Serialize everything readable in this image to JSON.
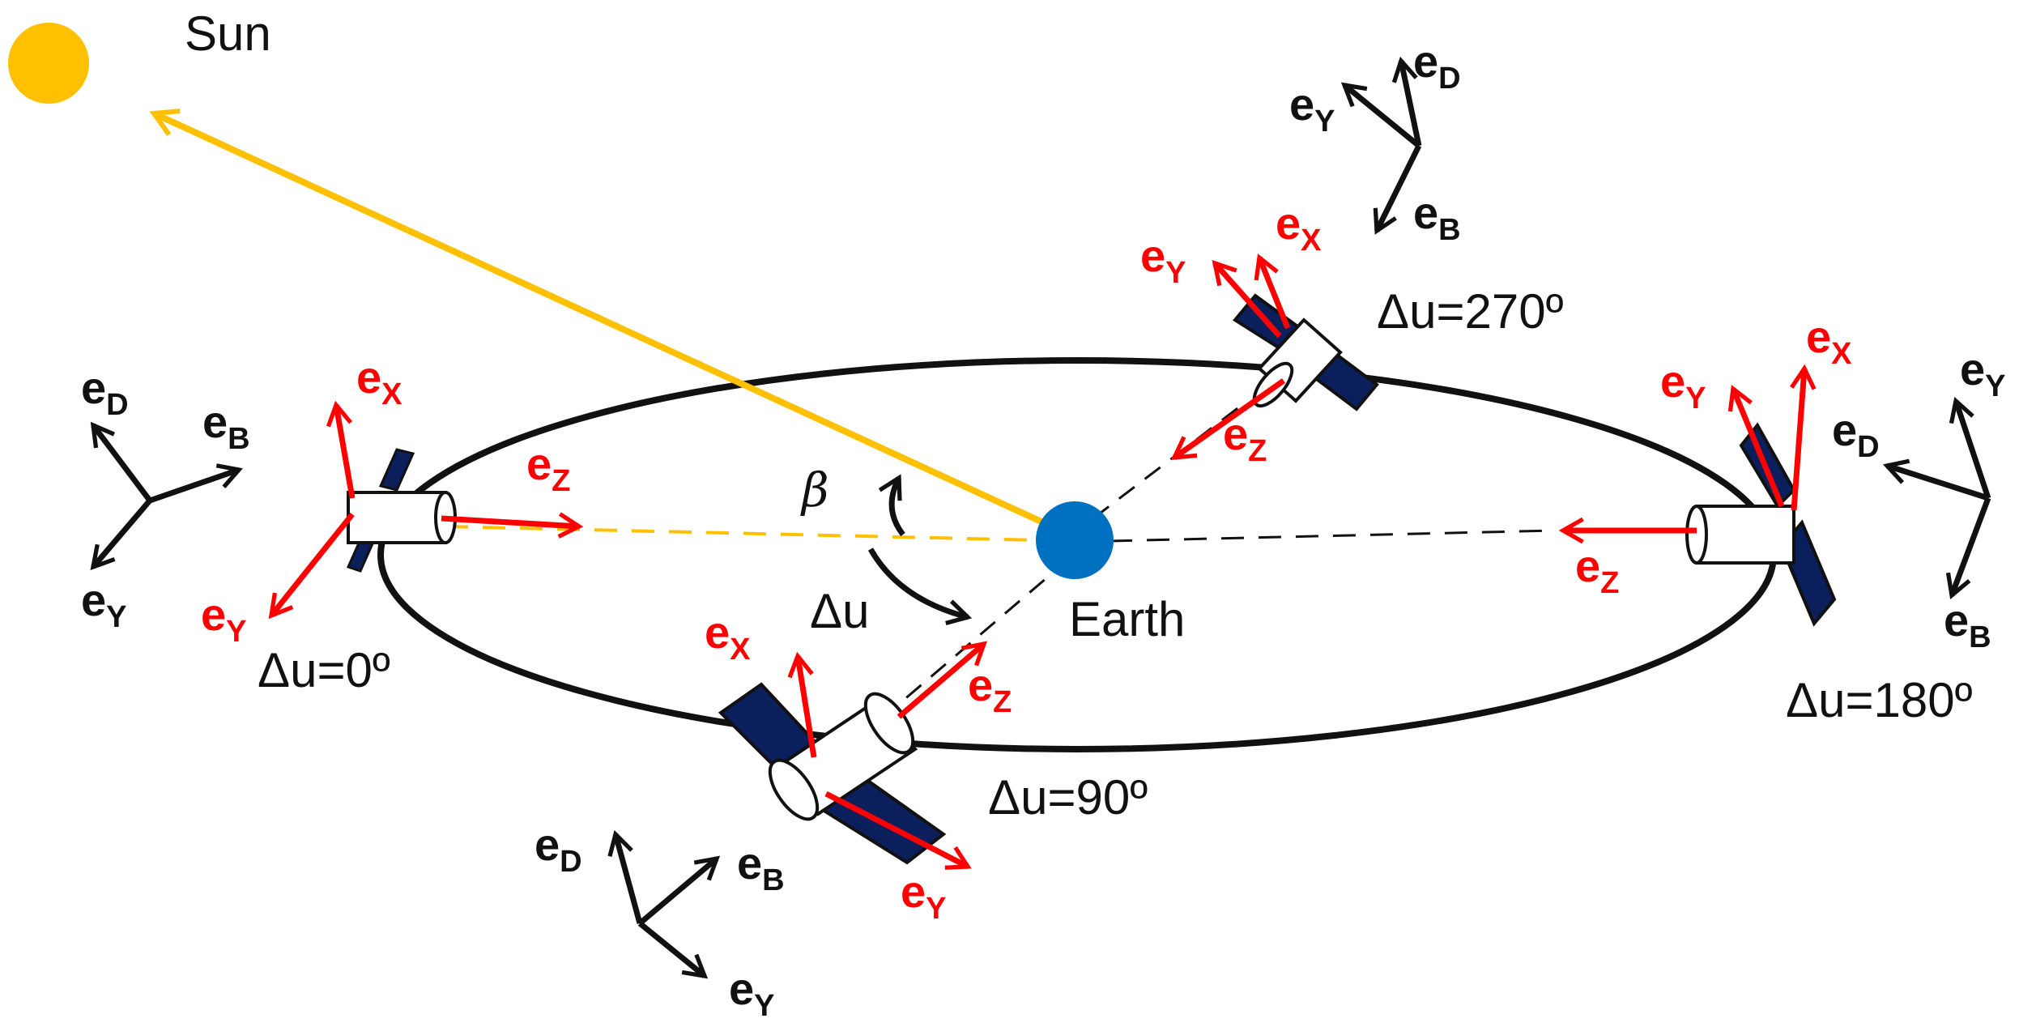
{
  "labels": {
    "sun": "Sun",
    "earth": "Earth",
    "beta": "β",
    "delta_u": "Δu",
    "du_0": "Δu=0º",
    "du_90": "Δu=90º",
    "du_180": "Δu=180º",
    "du_270": "Δu=270º"
  },
  "vectors": {
    "base": "e",
    "x_sub": "X",
    "y_sub": "Y",
    "z_sub": "Z",
    "d_sub": "D",
    "b_sub": "B"
  },
  "colors": {
    "sun": "#FFC000",
    "sun_line": "#FFC000",
    "earth": "#0070C0",
    "body_axes": "#FF0000",
    "orbit_frame": "#111111",
    "solar_panel": "#0B1F5C",
    "orbit": "#111111"
  },
  "icons": {
    "sun": "sun-disc-icon",
    "earth": "earth-disc-icon",
    "satellite": "satellite-icon"
  }
}
